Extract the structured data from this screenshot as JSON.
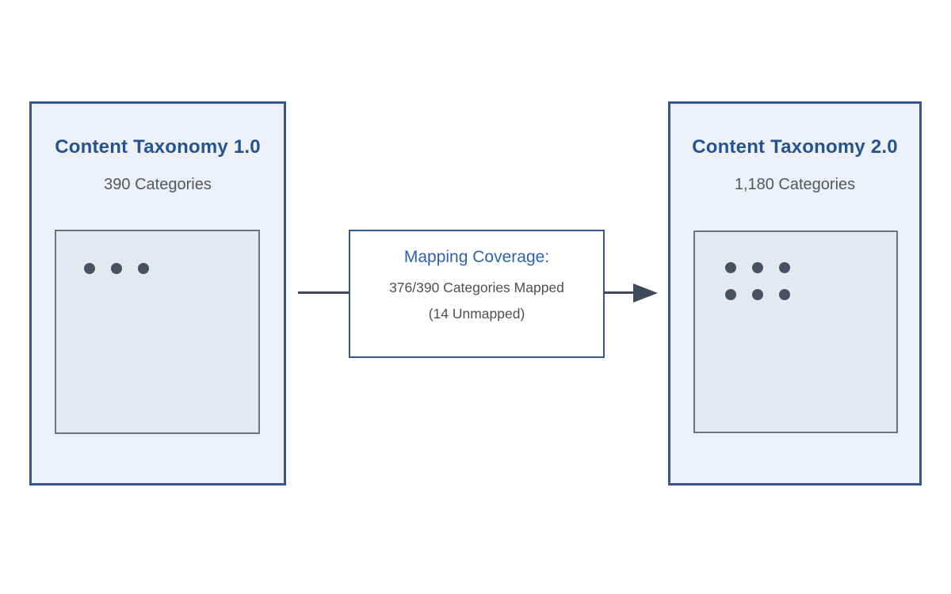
{
  "diagram": {
    "source": {
      "title": "Content Taxonomy 1.0",
      "subtitle": "390 Categories",
      "dot_count": 3,
      "dots_per_row": 3
    },
    "target": {
      "title": "Content Taxonomy 2.0",
      "subtitle": "1,180 Categories",
      "dot_count": 6,
      "dots_per_row": 3
    },
    "mapping": {
      "title": "Mapping Coverage:",
      "detail": "376/390 Categories Mapped",
      "note": "(14 Unmapped)"
    },
    "colors": {
      "box_border": "#35568e",
      "box_fill": "#edf1f7",
      "panel_border": "#6b7280",
      "panel_fill": "#e4e9f0",
      "dot": "#47515f",
      "title_text": "#24548f",
      "subtitle_text": "#54585e",
      "mapping_fill": "#ffffff",
      "mapping_title_text": "#2e63ac",
      "mapping_detail_text": "#4d4f52",
      "arrow": "#3e4a5c"
    }
  }
}
